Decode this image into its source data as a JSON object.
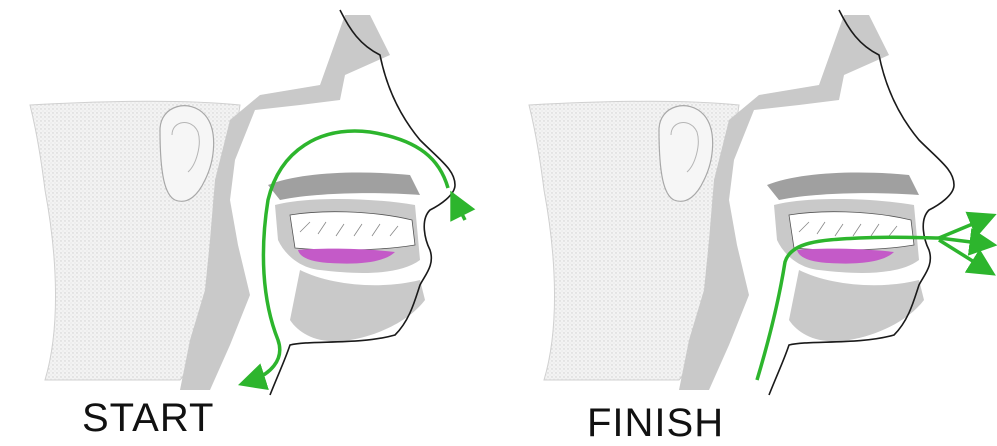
{
  "captions": {
    "start": "START",
    "finish": "FINISH"
  },
  "colors": {
    "airflow_arrow": "#2db52d",
    "tissue_gray": "#c9c9c9",
    "dark_gray": "#9a9a9a",
    "tongue_purple": "#c45ac8",
    "skin_texture": "#e6e6e6",
    "outline": "#1a1a1a"
  },
  "icons": {
    "airflow_start": "curved-arrow-through-nose-down-throat",
    "airflow_finish": "arrow-up-throat-out-mouth-three-prongs"
  }
}
